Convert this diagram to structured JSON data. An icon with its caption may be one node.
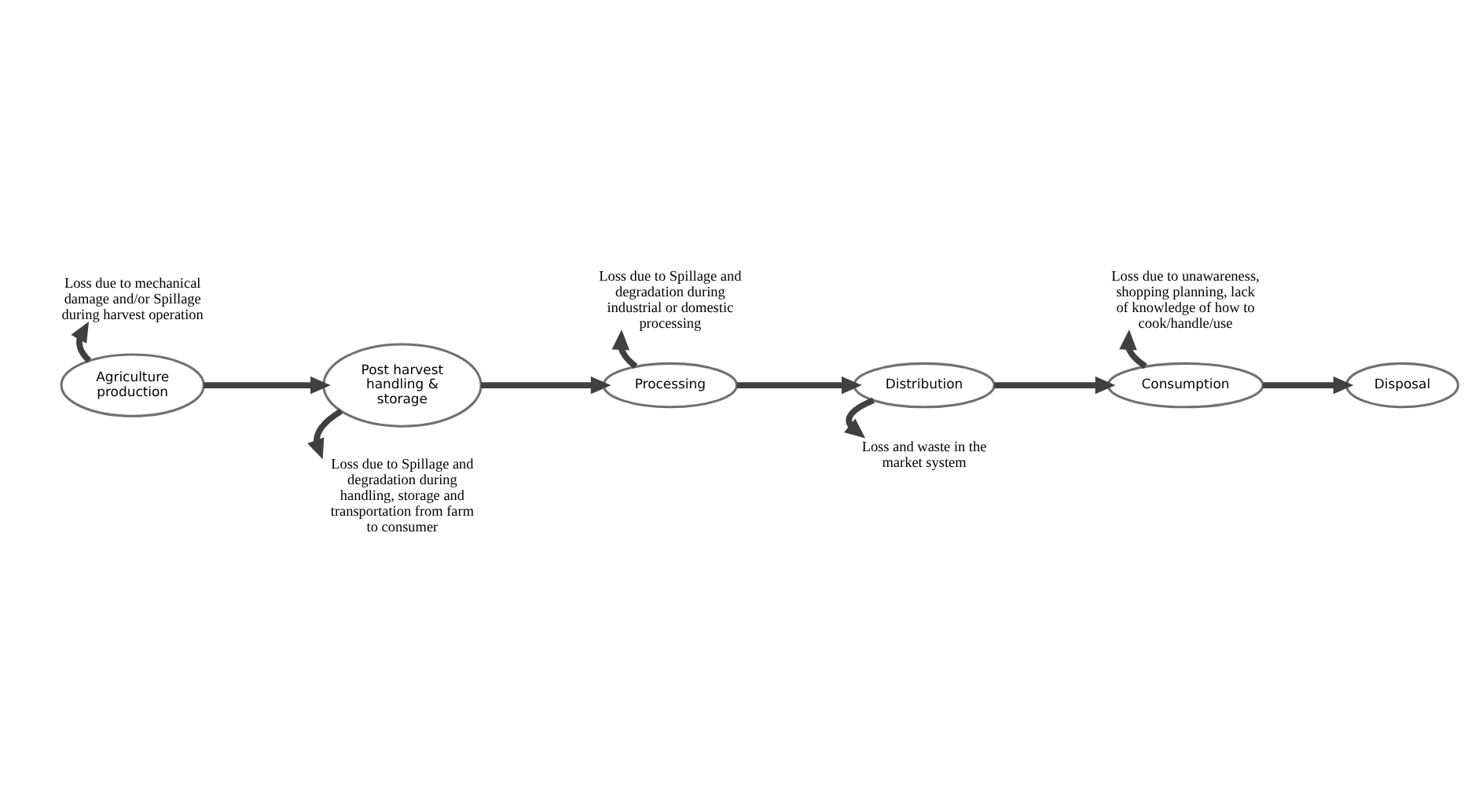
{
  "diagram": {
    "nodes": [
      {
        "text": [
          "Agriculture production"
        ]
      },
      {
        "text": [
          "Post harvest handling & storage"
        ]
      },
      {
        "text": [
          "Processing"
        ]
      },
      {
        "text": [
          "Distribution"
        ]
      },
      {
        "text": [
          "Consumption"
        ]
      },
      {
        "text": [
          "Disposal"
        ]
      },
      {
        "text": [
          "Loss due to mechanical damage and/or Spillage during harvest operation"
        ]
      },
      {
        "text": [
          "Loss due to Spillage and degradation during handling, storage and transportation from farm to consumer"
        ]
      },
      {
        "text": [
          "Loss due to Spillage and degradation during industrial or domestic processing"
        ]
      },
      {
        "text": [
          "Loss and waste in the market system"
        ]
      },
      {
        "text": [
          "Loss due to unawareness, shopping planning, lack of knowledge of how to cook/handle/use"
        ]
      }
    ],
    "edges": [
      {
        "from": 0,
        "to": 1,
        "arrow": "to"
      },
      {
        "from": 1,
        "to": 2,
        "arrow": "to"
      },
      {
        "from": 2,
        "to": 3,
        "arrow": "to"
      },
      {
        "from": 3,
        "to": 4,
        "arrow": "to"
      },
      {
        "from": 4,
        "to": 5,
        "arrow": "to"
      },
      {
        "from": 0,
        "to": 6,
        "arrow": "to"
      },
      {
        "from": 1,
        "to": 7,
        "arrow": "to"
      },
      {
        "from": 2,
        "to": 8,
        "arrow": "to"
      },
      {
        "from": 3,
        "to": 9,
        "arrow": "to"
      },
      {
        "from": 4,
        "to": 10,
        "arrow": "to"
      }
    ]
  }
}
